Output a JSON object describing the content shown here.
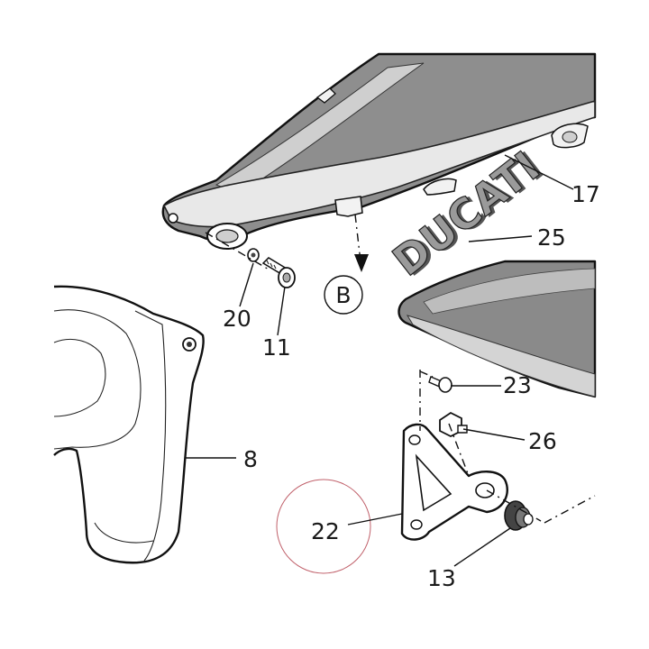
{
  "diagram": {
    "brand": "DUCATI",
    "view_marker": "B",
    "callouts": {
      "p17": "17",
      "p25": "25",
      "p20": "20",
      "p11": "11",
      "p8": "8",
      "p23": "23",
      "p26": "26",
      "p22": "22",
      "p13": "13"
    },
    "highlighted_part": "22",
    "colors": {
      "panel_fill": "#8c8c8c",
      "panel_light": "#d9d9d9",
      "line": "#111111",
      "logo_fill": "#9a9a9a",
      "highlight_circle": "#c0606a"
    }
  }
}
